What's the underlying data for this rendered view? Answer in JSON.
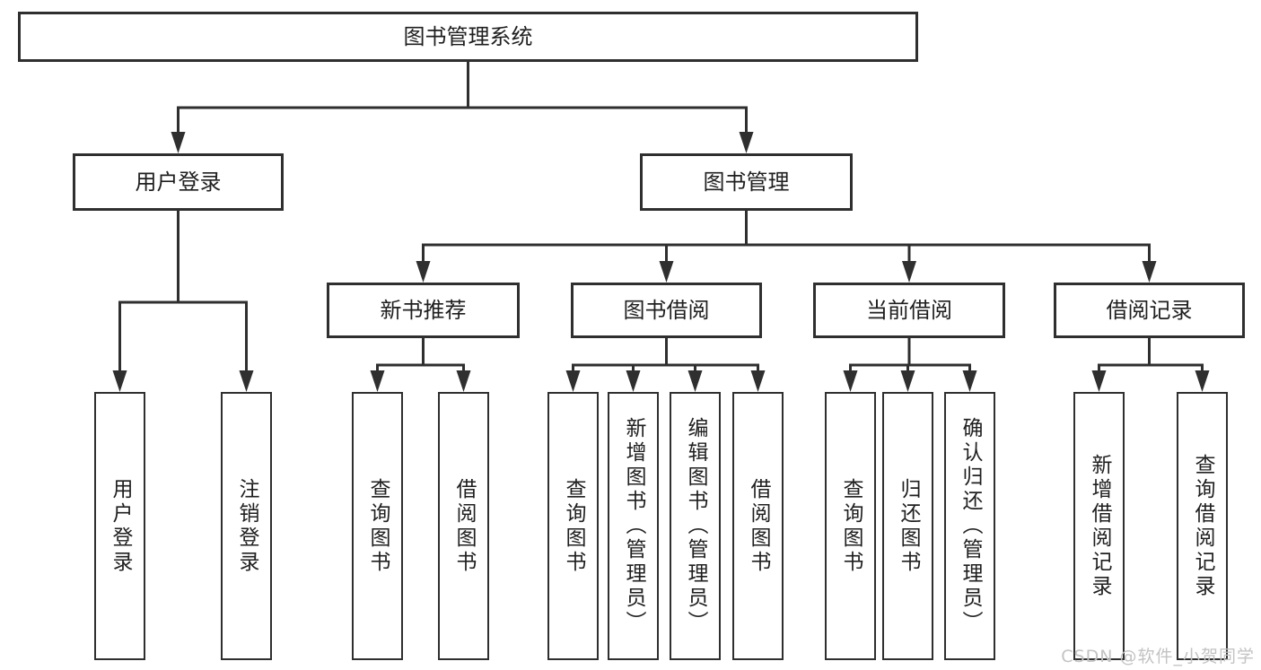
{
  "colors": {
    "line": "#2f2f2f",
    "box_border": "#2f2f2f",
    "box_background": "#ffffff",
    "text": "#1f1f1f",
    "watermark": "#c3c3c3",
    "page_background": "#ffffff"
  },
  "watermark": {
    "text": "CSDN @软件_小贺同学"
  },
  "tree": {
    "label": "图书管理系统",
    "children": [
      {
        "label": "用户登录",
        "children": [
          {
            "label": "用户登录"
          },
          {
            "label": "注销登录"
          }
        ]
      },
      {
        "label": "图书管理",
        "children": [
          {
            "label": "新书推荐",
            "children": [
              {
                "label": "查询图书"
              },
              {
                "label": "借阅图书"
              }
            ]
          },
          {
            "label": "图书借阅",
            "children": [
              {
                "label": "查询图书"
              },
              {
                "label": "新增图书（管理员）"
              },
              {
                "label": "编辑图书（管理员）"
              },
              {
                "label": "借阅图书"
              }
            ]
          },
          {
            "label": "当前借阅",
            "children": [
              {
                "label": "查询图书"
              },
              {
                "label": "归还图书"
              },
              {
                "label": "确认归还（管理员）"
              }
            ]
          },
          {
            "label": "借阅记录",
            "children": [
              {
                "label": "新增借阅记录"
              },
              {
                "label": "查询借阅记录"
              }
            ]
          }
        ]
      }
    ]
  }
}
